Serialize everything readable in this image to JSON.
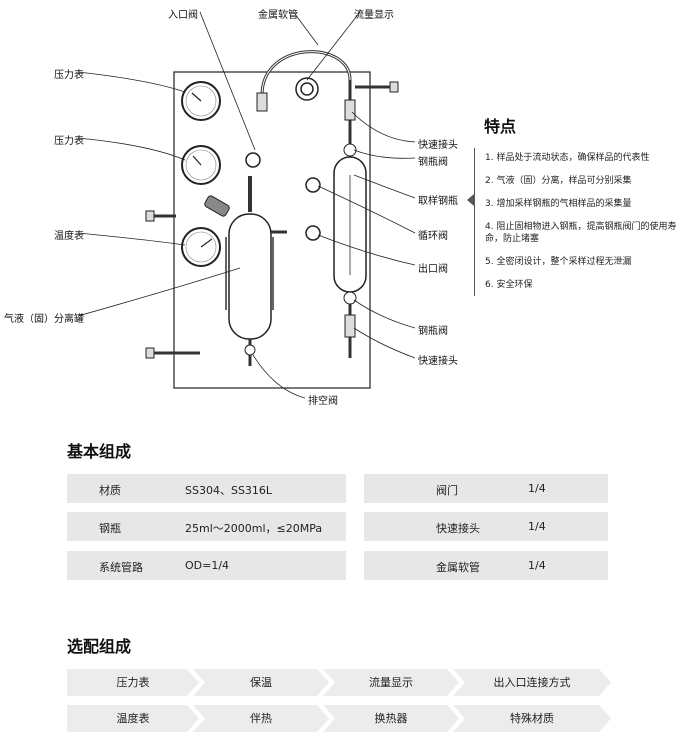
{
  "diagram": {
    "labels": {
      "inlet_valve": "入口阀",
      "metal_hose": "金属软管",
      "flow_display": "流量显示",
      "pressure_gauge_1": "压力表",
      "pressure_gauge_2": "压力表",
      "temp_gauge": "温度表",
      "separator_tank": "气液（固）分离罐",
      "quick_connect_top": "快速接头",
      "cylinder_valve_top": "钢瓶阀",
      "sampling_cylinder": "取样钢瓶",
      "circulation_valve": "循环阀",
      "outlet_valve": "出口阀",
      "cylinder_valve_bottom": "钢瓶阀",
      "quick_connect_bottom": "快速接头",
      "vent_valve": "排空阀"
    }
  },
  "features": {
    "title": "特点",
    "items": [
      "1. 样品处于流动状态，确保样品的代表性",
      "2. 气液（固）分离，样品可分别采集",
      "3. 增加采样钢瓶的气相样品的采集量",
      "4. 阻止固相物进入钢瓶，提高钢瓶阀门的使用寿命，防止堵塞",
      "5. 全密闭设计，整个采样过程无泄漏",
      "6. 安全环保"
    ]
  },
  "basic": {
    "title": "基本组成",
    "left_rows": [
      {
        "name": "材质",
        "value": "SS304、SS316L"
      },
      {
        "name": "钢瓶",
        "value": "25ml～2000ml，≤20MPa"
      },
      {
        "name": "系统管路",
        "value": "OD=1/4"
      }
    ],
    "right_rows": [
      {
        "name": "阀门",
        "value": "1/4"
      },
      {
        "name": "快速接头",
        "value": "1/4"
      },
      {
        "name": "金属软管",
        "value": "1/4"
      }
    ]
  },
  "optional": {
    "title": "选配组成",
    "row1": [
      "压力表",
      "保温",
      "流量显示",
      "出入口连接方式"
    ],
    "row2": [
      "温度表",
      "伴热",
      "换热器",
      "特殊材质"
    ]
  }
}
